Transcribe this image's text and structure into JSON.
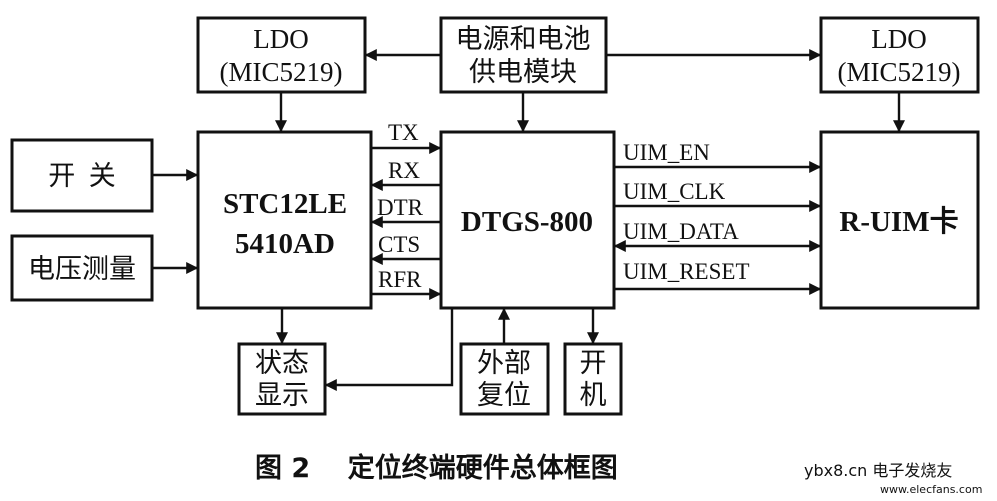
{
  "blocks": {
    "ldo_left": {
      "line1": "LDO",
      "line2": "(MIC5219)"
    },
    "power_module": {
      "line1": "电源和电池",
      "line2": "供电模块"
    },
    "ldo_right": {
      "line1": "LDO",
      "line2": "(MIC5219)"
    },
    "switch": {
      "label": "开  关"
    },
    "voltage_measure": {
      "label": "电压测量"
    },
    "mcu": {
      "line1": "STC12LE",
      "line2": "5410AD"
    },
    "dtgs": {
      "label": "DTGS-800"
    },
    "ruim": {
      "label": "R-UIM卡"
    },
    "status_display": {
      "line1": "状态",
      "line2": "显示"
    },
    "external_reset": {
      "line1": "外部",
      "line2": "复位"
    },
    "power_on": {
      "line1": "开",
      "line2": "机"
    }
  },
  "signals": {
    "tx": "TX",
    "rx": "RX",
    "dtr": "DTR",
    "cts": "CTS",
    "rfr": "RFR",
    "uim_en": "UIM_EN",
    "uim_clk": "UIM_CLK",
    "uim_data": "UIM_DATA",
    "uim_reset": "UIM_RESET"
  },
  "caption": "图 2    定位终端硬件总体框图",
  "watermark": {
    "main": "ybx8.cn 电子发烧友",
    "sub": "www.elecfans.com"
  }
}
